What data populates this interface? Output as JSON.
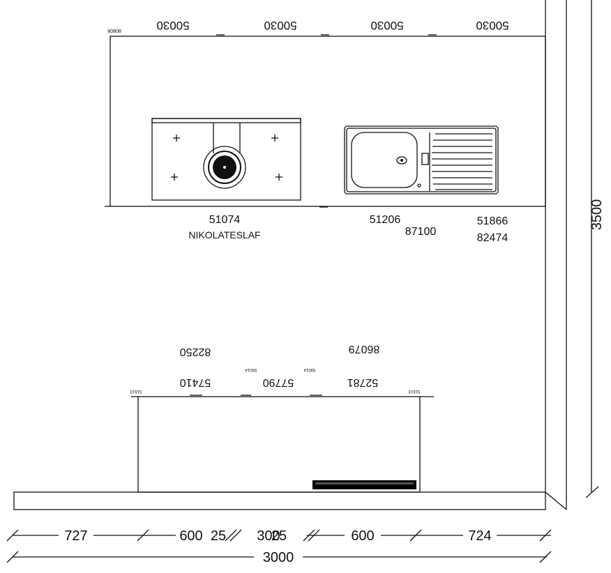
{
  "top_run": {
    "rotated_codes": [
      "50030",
      "50030",
      "50030",
      "50030"
    ],
    "corner_code": "80808",
    "hob_codes": [
      "51074",
      "NIKOLATESLAF"
    ],
    "sink_codes": [
      "51206",
      "87100"
    ],
    "right_codes": [
      "51866",
      "82474"
    ]
  },
  "bottom_run": {
    "rotated_codes_upper": [
      "82250",
      "86079"
    ],
    "rotated_codes_lower": [
      "57410",
      "57790",
      "52781"
    ],
    "tiny_codes": [
      "51613",
      "59014",
      "59014",
      "51613"
    ]
  },
  "dimensions": {
    "height": "3500",
    "row1": [
      "727",
      "600",
      "25",
      "300",
      "25",
      "600",
      "724"
    ],
    "total": "3000"
  },
  "colors": {
    "line": "#111111",
    "background": "#ffffff",
    "plinth": "#000000"
  }
}
